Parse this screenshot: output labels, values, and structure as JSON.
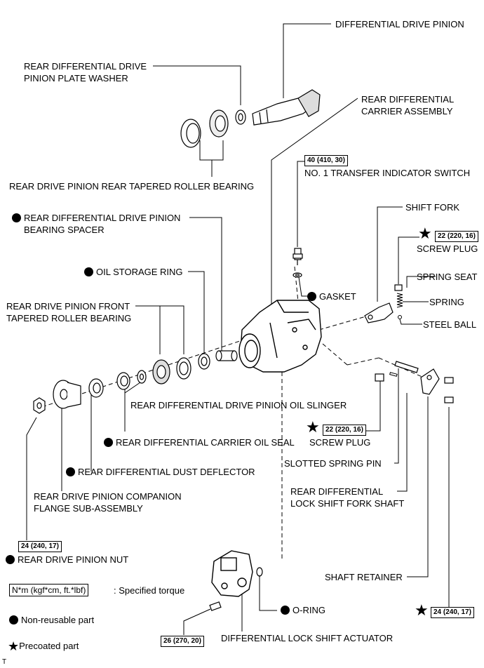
{
  "labels": {
    "differential_drive_pinion": "DIFFERENTIAL DRIVE PINION",
    "plate_washer_1": "REAR DIFFERENTIAL DRIVE",
    "plate_washer_2": "PINION PLATE WASHER",
    "carrier_assembly_1": "REAR DIFFERENTIAL",
    "carrier_assembly_2": "CARRIER ASSEMBLY",
    "rear_tapered_roller_bearing": "REAR DRIVE PINION REAR TAPERED ROLLER BEARING",
    "transfer_indicator_switch": "NO. 1 TRANSFER INDICATOR SWITCH",
    "bearing_spacer_1": "REAR DIFFERENTIAL DRIVE PINION",
    "bearing_spacer_2": "BEARING SPACER",
    "shift_fork": "SHIFT FORK",
    "screw_plug_top": "SCREW PLUG",
    "spring_seat": "SPRING SEAT",
    "spring": "SPRING",
    "steel_ball": "STEEL BALL",
    "gasket": "GASKET",
    "oil_storage_ring": "OIL STORAGE RING",
    "front_bearing_1": "REAR DRIVE PINION FRONT",
    "front_bearing_2": "TAPERED ROLLER BEARING",
    "oil_slinger": "REAR DIFFERENTIAL DRIVE PINION OIL SLINGER",
    "oil_seal": "REAR DIFFERENTIAL CARRIER OIL SEAL",
    "screw_plug_mid": "SCREW PLUG",
    "slotted_spring_pin": "SLOTTED SPRING PIN",
    "dust_deflector": "REAR DIFFERENTIAL DUST DEFLECTOR",
    "lock_fork_shaft_1": "REAR DIFFERENTIAL",
    "lock_fork_shaft_2": "LOCK SHIFT FORK SHAFT",
    "companion_flange_1": "REAR DRIVE PINION COMPANION",
    "companion_flange_2": "FLANGE SUB-ASSEMBLY",
    "pinion_nut": "REAR DRIVE PINION NUT",
    "shaft_retainer": "SHAFT RETAINER",
    "o_ring": "O-RING",
    "lock_shift_actuator": "DIFFERENTIAL LOCK SHIFT ACTUATOR"
  },
  "torques": {
    "switch": "40 (410, 30)",
    "screw_plug_top": "22 (220, 16)",
    "screw_plug_mid": "22 (220, 16)",
    "pinion_nut": "24 (240, 17)",
    "shaft_retainer_bolt": "24 (240, 17)",
    "actuator_bolt": "26 (270, 20)"
  },
  "legend": {
    "torque_unit": "N*m (kgf*cm, ft.*lbf)",
    "torque_desc": ": Specified torque",
    "non_reusable": "Non-reusable part",
    "precoated": "Precoated part"
  },
  "footer_mark": "T",
  "symbols": {
    "star": "★",
    "dot_color": "#000000"
  }
}
